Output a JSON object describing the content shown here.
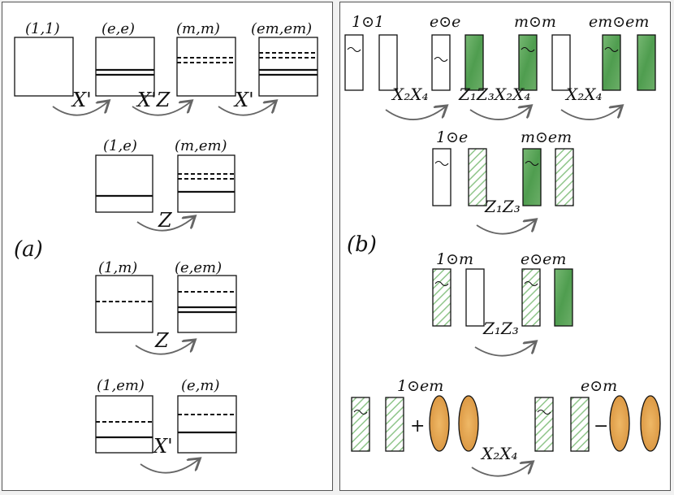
{
  "colors": {
    "ink": "#111111",
    "green_dark": "#4f9d4f",
    "green_light": "#cfe8c9",
    "hatch": "#8fc58a",
    "orange": "#e1a24f",
    "arrow": "#666666"
  },
  "panel_a": {
    "tag": "(a)",
    "labels": {
      "l11": "(1,1)",
      "lee": "(e,e)",
      "lmm": "(m,m)",
      "lemem": "(em,em)",
      "l1e": "(1,e)",
      "lmem": "(m,em)",
      "l1m": "(1,m)",
      "leem": "(e,em)",
      "l1em": "(1,em)",
      "lem2": "(e,m)"
    },
    "ops": {
      "x1": "X'",
      "x2": "X'Z",
      "x3": "X'",
      "z1": "Z",
      "z2": "Z",
      "x4": "X'"
    }
  },
  "panel_b": {
    "tag": "(b)",
    "labels": {
      "b101": "1⊙1",
      "beoe": "e⊙e",
      "bmom": "m⊙m",
      "bemoem": "em⊙em",
      "b1oe": "1⊙e",
      "bmoem": "m⊙em",
      "b1om": "1⊙m",
      "beoem": "e⊙em",
      "b1oem": "1⊙em",
      "beom": "e⊙m"
    },
    "ops": {
      "o1": "X₂X₄",
      "o2": "Z₁Z₃X₂X₄",
      "o3": "X₂X₄",
      "o4": "Z₁Z₃",
      "o5": "Z₁Z₃",
      "o6": "X₂X₄"
    },
    "signs": {
      "plus": "+",
      "minus": "−"
    }
  }
}
